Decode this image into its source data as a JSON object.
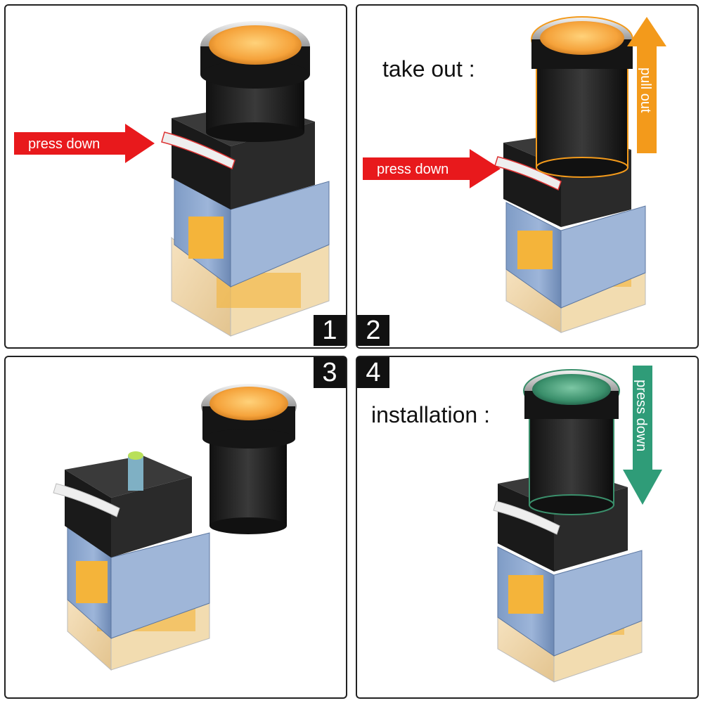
{
  "panels": {
    "p1": {
      "arrow_label": "press down"
    },
    "p2": {
      "title": "take out :",
      "arrow_label": "press down",
      "vertical_label": "pull out"
    },
    "p3": {},
    "p4": {
      "title": "installation :",
      "vertical_label": "press down"
    }
  },
  "badges": [
    "1",
    "2",
    "3",
    "4"
  ],
  "colors": {
    "red_arrow": "#e8191c",
    "orange_arrow": "#f39a1b",
    "green_arrow": "#2f9c78",
    "lens_orange": "#f5a23a",
    "lens_green": "#3a8f6b",
    "base_blue": "#8ea9cf",
    "base_yellow": "#f4b43a"
  }
}
